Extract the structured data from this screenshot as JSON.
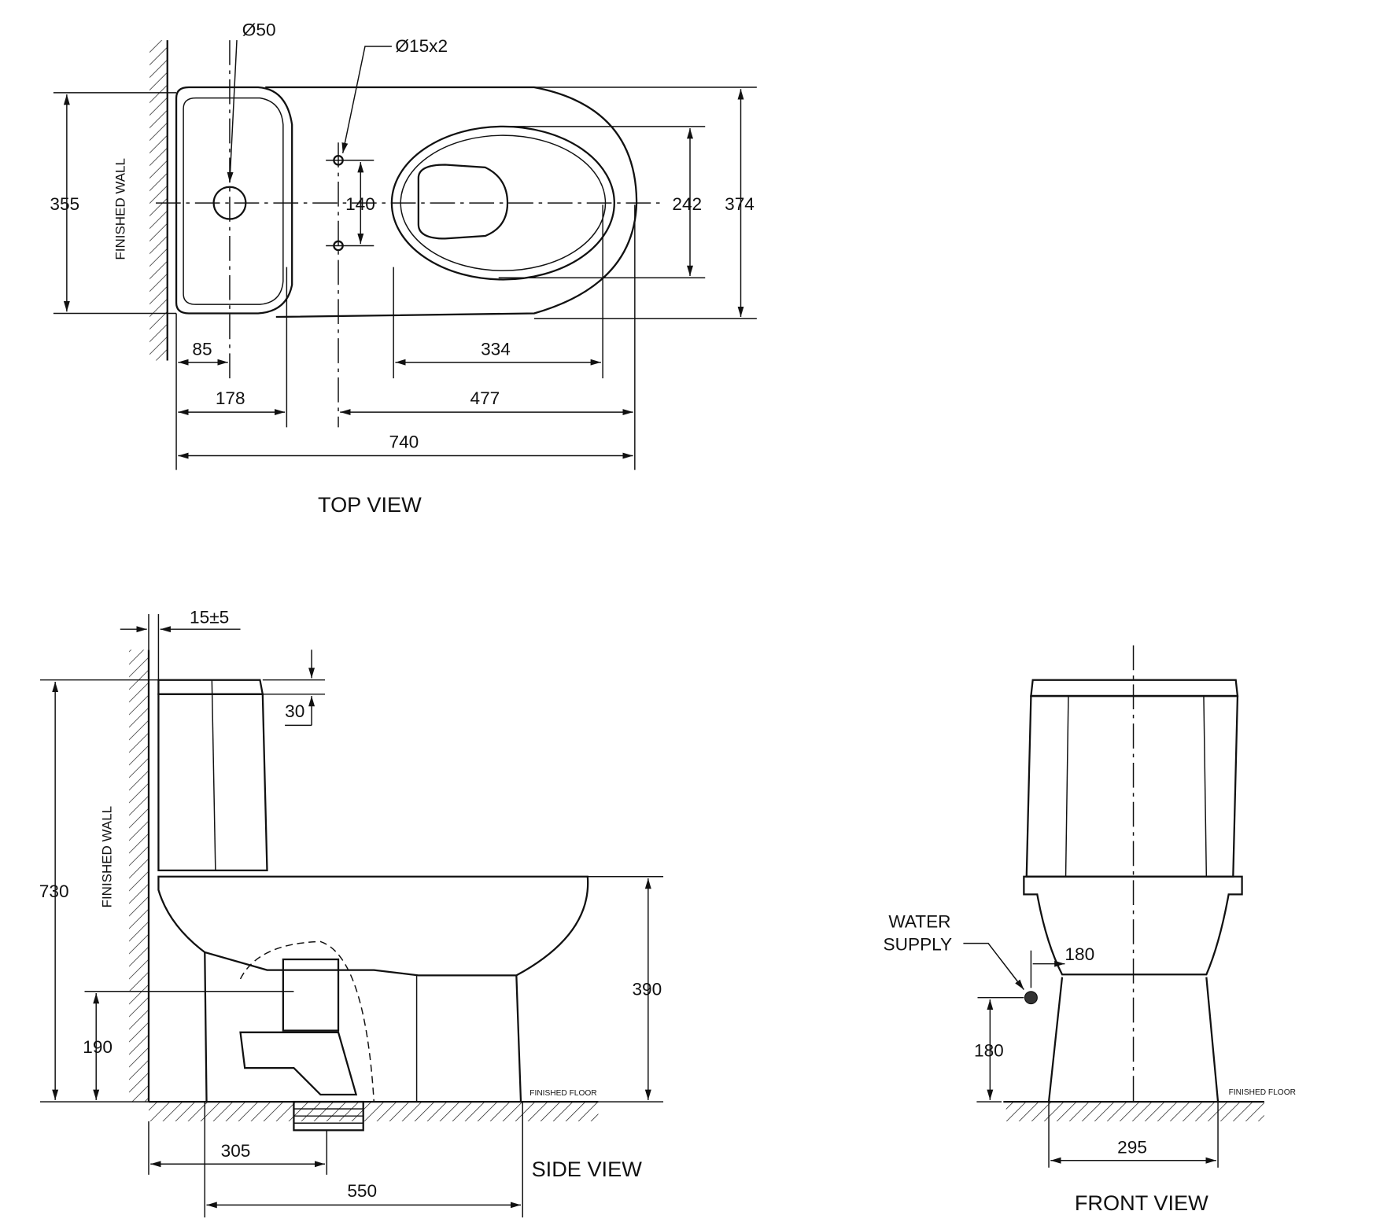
{
  "top_view": {
    "title": "TOP VIEW",
    "wall_label": "FINISHED WALL",
    "outlet_diameter": "Ø50",
    "bolt_holes": "Ø15x2",
    "dims": {
      "depth_tank": "355",
      "hole_spacing": "140",
      "bowl_inner": "242",
      "overall_width": "374",
      "wall_to_outlet": "85",
      "tank_depth": "178",
      "bowl_length": "334",
      "holes_to_front": "477",
      "overall_length": "740"
    }
  },
  "side_view": {
    "title": "SIDE VIEW",
    "wall_label": "FINISHED WALL",
    "floor_label": "FINISHED FLOOR",
    "dims": {
      "wall_gap": "15±5",
      "lid": "30",
      "overall_height": "730",
      "rim_height": "390",
      "supply_height": "190",
      "rough_in": "305",
      "base_length": "550"
    }
  },
  "front_view": {
    "title": "FRONT VIEW",
    "floor_label": "FINISHED FLOOR",
    "water_supply": [
      "WATER",
      "SUPPLY"
    ],
    "dims": {
      "supply_offset": "180",
      "supply_height": "180",
      "base_width": "295"
    }
  }
}
